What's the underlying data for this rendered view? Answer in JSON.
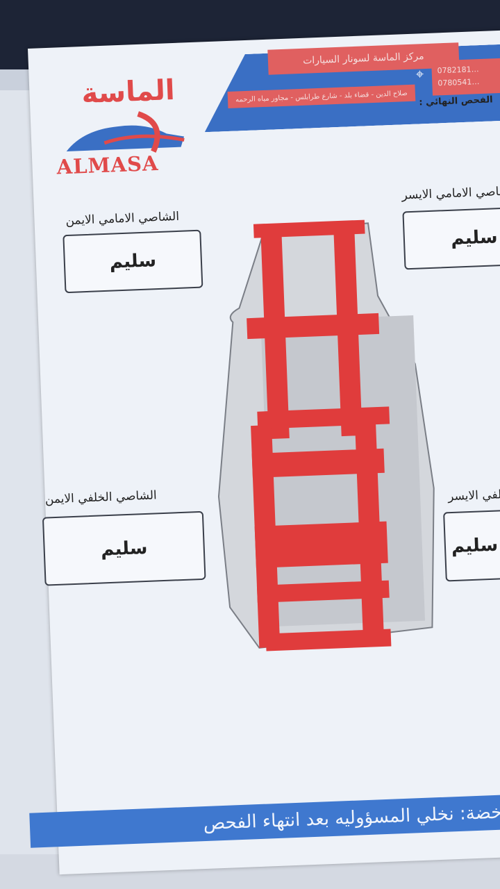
{
  "header": {
    "center_name": "مركز الماسة لسونار السيارات",
    "address": "صلاح الدين - قضاء بلد - شارع طرابلس - مجاور مياه الرحمه",
    "phones": [
      "0782181…",
      "0780541…"
    ],
    "final_inspection_label": "الفحص النهائي :"
  },
  "logo": {
    "arabic": "الماسة",
    "english": "ALMASA"
  },
  "sections": [
    {
      "label": "الشاصي الامامي الايمن",
      "value": "سليم"
    },
    {
      "label": "الشاصي الامامي الايسر",
      "value": "سليم"
    },
    {
      "label": "الشاصي الخلفي الايمن",
      "value": "سليم"
    },
    {
      "label": "الشاصي الخلفي الايسر",
      "value": "سليم"
    }
  ],
  "note": "ملاخضة: نخلي المسؤوليه بعد انتهاء الفحص",
  "colors": {
    "brand_red": "#e06060",
    "brand_blue": "#3a6fc4",
    "chassis_highlight": "#e03c3c"
  }
}
